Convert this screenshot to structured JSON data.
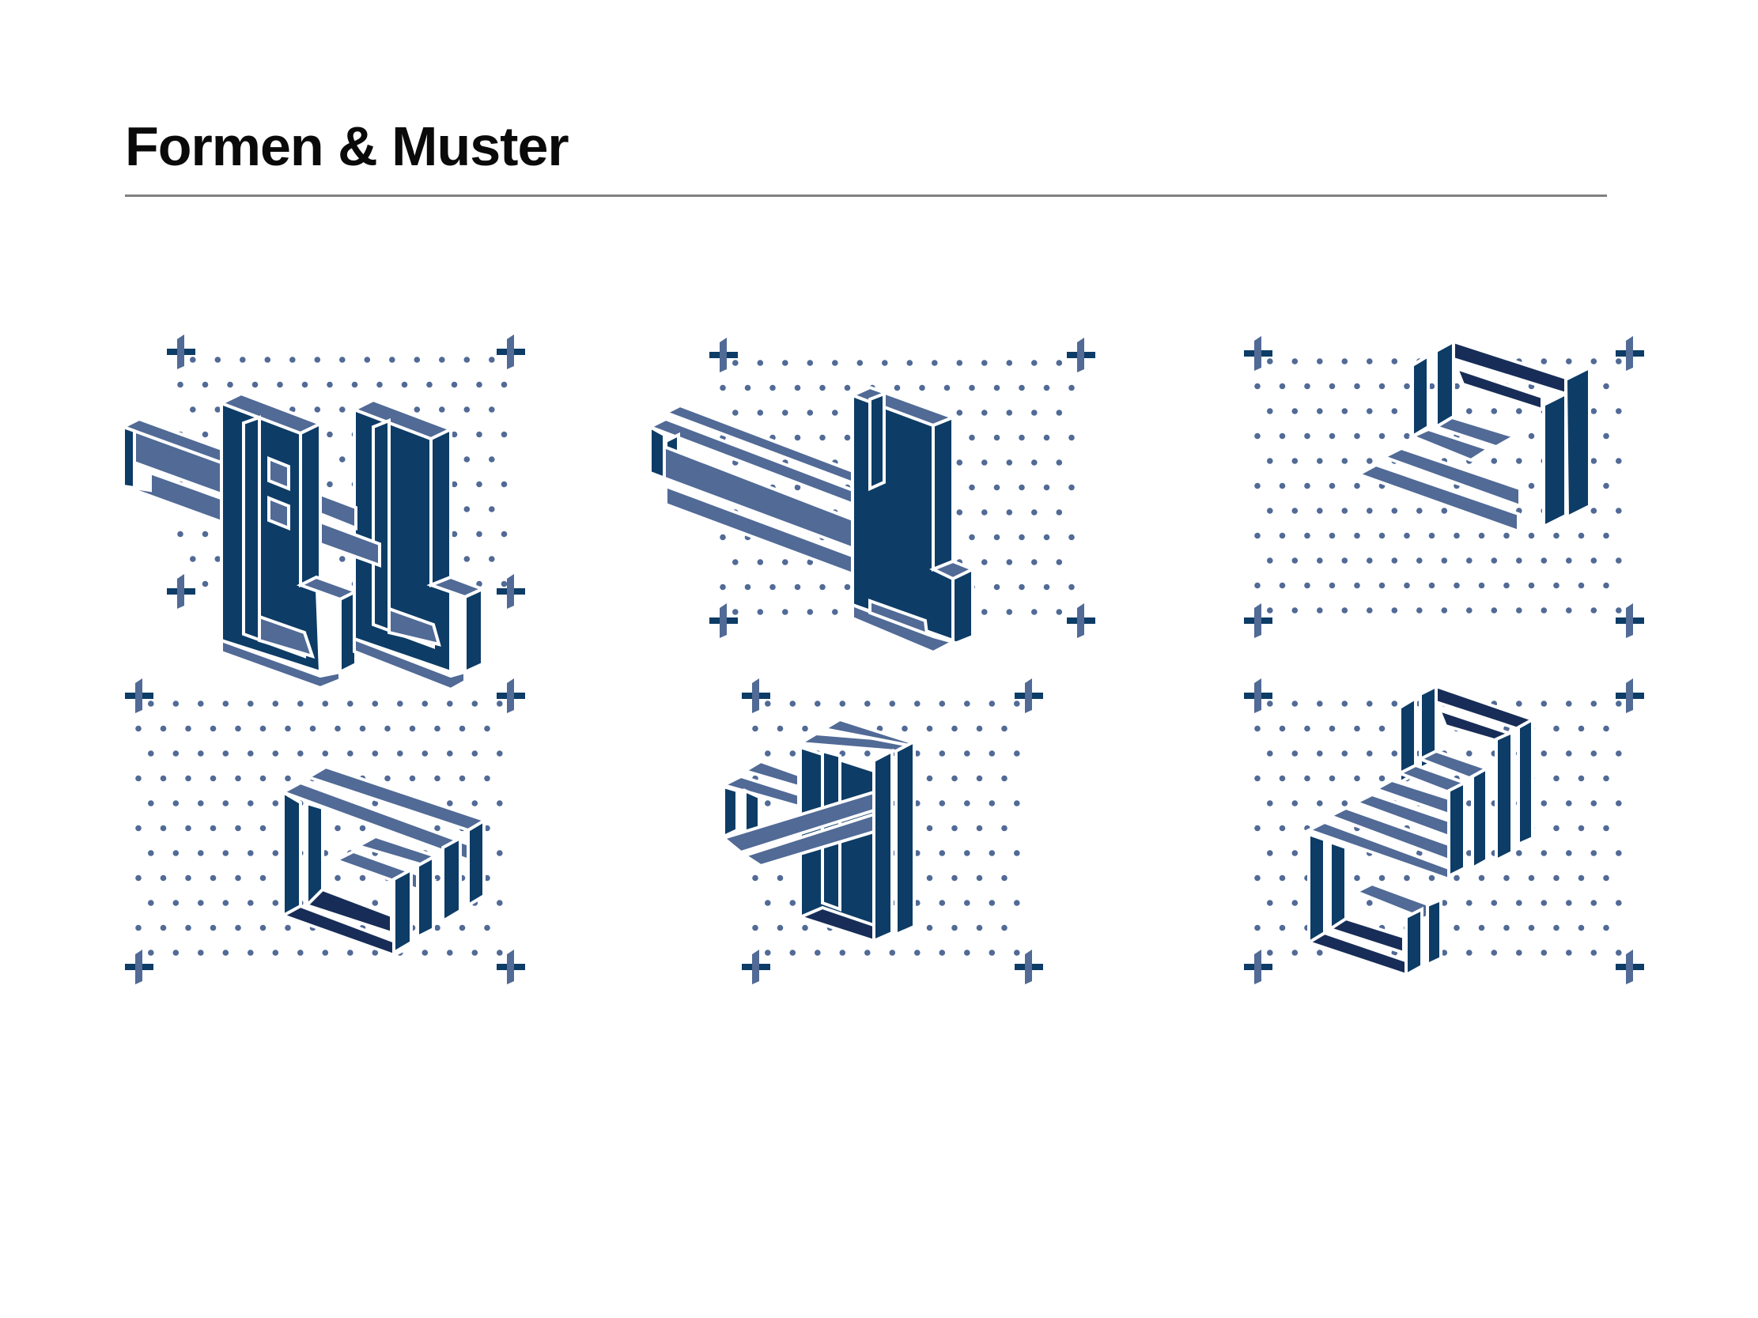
{
  "page": {
    "title": "Formen & Muster"
  },
  "colors": {
    "light_face": "#516a96",
    "mid_face": "#0d3c66",
    "dark_face": "#172d57",
    "dot": "#516a96",
    "cross_horizontal": "#0d3c66",
    "cross_vertical": "#516a96",
    "rule": "#808080",
    "title": "#0a0a0a"
  },
  "patterns": [
    {
      "id": "pattern-1",
      "row": 1,
      "col": 1,
      "description": "isometric interlocking double-U shape with horizontal bar"
    },
    {
      "id": "pattern-2",
      "row": 1,
      "col": 2,
      "description": "isometric long horizontal bar joined to vertical L frame"
    },
    {
      "id": "pattern-3",
      "row": 1,
      "col": 3,
      "description": "isometric open square frame with stepped base"
    },
    {
      "id": "pattern-4",
      "row": 2,
      "col": 1,
      "description": "isometric nested rectangular frames"
    },
    {
      "id": "pattern-5",
      "row": 2,
      "col": 2,
      "description": "isometric vertical frame pierced by diagonal bars"
    },
    {
      "id": "pattern-6",
      "row": 2,
      "col": 3,
      "description": "isometric two stacked square frames connected by steps"
    }
  ]
}
